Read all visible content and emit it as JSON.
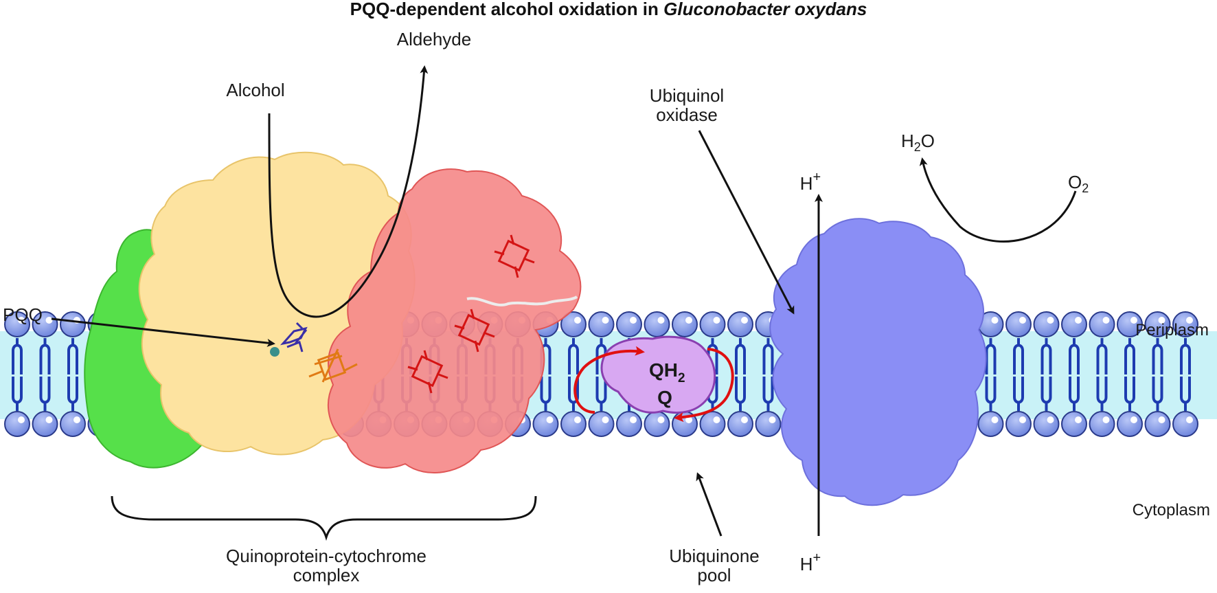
{
  "title": {
    "prefix": "PQQ-dependent alcohol oxidation in ",
    "organism": "Gluconobacter oxydans"
  },
  "labels": {
    "aldehyde": "Aldehyde",
    "alcohol": "Alcohol",
    "pqq": "PQQ",
    "ubiquinol_oxidase_line1": "Ubiquinol",
    "ubiquinol_oxidase_line2": "oxidase",
    "h2o_base": "H",
    "h2o_sub": "2",
    "h2o_tail": "O",
    "o2_base": "O",
    "o2_sub": "2",
    "h_plus_top_base": "H",
    "h_plus_top_sup": "+",
    "h_plus_bottom_base": "H",
    "h_plus_bottom_sup": "+",
    "periplasm": "Periplasm",
    "cytoplasm": "Cytoplasm",
    "qh2_base": "QH",
    "qh2_sub": "2",
    "q": "Q",
    "complex_line1": "Quinoprotein-cytochrome",
    "complex_line2": "complex",
    "pool_line1": "Ubiquinone",
    "pool_line2": "pool"
  },
  "colors": {
    "membrane_fill": "#c9f2f7",
    "lipid_head": "#7f97e8",
    "lipid_tail": "#1d3bb0",
    "green_subunit": "#56e04a",
    "yellow_subunit": "#fde3a0",
    "red_subunit": "#f58a8a",
    "blue_oxidase": "#8a8ef5",
    "quinone_pool": "#d8a8f2",
    "cycle_arrow": "#e01010",
    "heme": "#d41414",
    "pqq_molecule": "#3a2fa8"
  }
}
